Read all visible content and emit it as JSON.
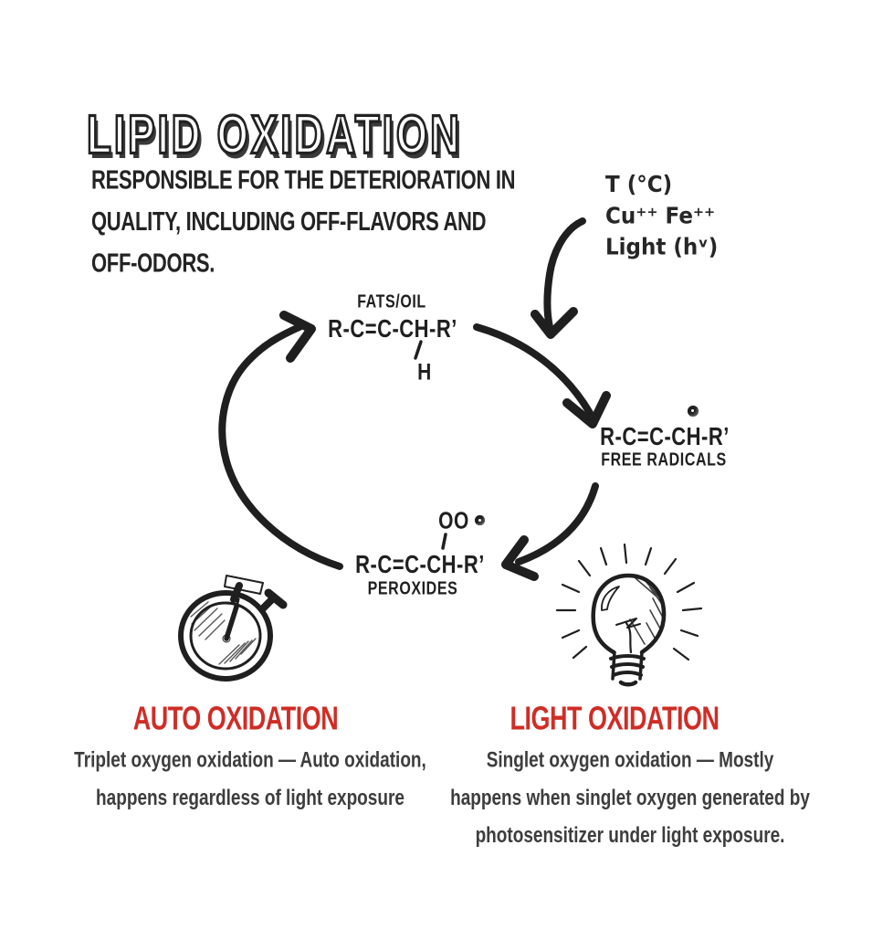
{
  "title": "LIPID OXIDATION",
  "subtitle": {
    "lines": [
      "RESPONSIBLE FOR THE DETERIORATION IN",
      "QUALITY, INCLUDING OFF-FLAVORS AND",
      "OFF-ODORS."
    ]
  },
  "catalysts": {
    "lines": [
      "T (°C)",
      "Cu⁺⁺ Fe⁺⁺",
      "Light (hᵛ)"
    ]
  },
  "cycle": {
    "substrate": {
      "label": "FATS/OIL",
      "formula": "R-C=C-CH-R’",
      "hydrogen": "H"
    },
    "free_radicals": {
      "radical_symbol": "•",
      "formula": "R-C=C-CH-R’",
      "label": "FREE RADICALS"
    },
    "peroxides": {
      "oxygen_group": "OO",
      "radical_symbol": "•",
      "formula": "R-C=C-CH-R’",
      "label": "PEROXIDES"
    }
  },
  "auto_oxidation": {
    "heading": "AUTO OXIDATION",
    "description_lines": [
      "Triplet oxygen oxidation — Auto oxidation,",
      "happens regardless of light exposure"
    ]
  },
  "light_oxidation": {
    "heading": "LIGHT OXIDATION",
    "description_lines": [
      "Singlet oxygen oxidation — Mostly",
      "happens when singlet oxygen generated by",
      "photosensitizer under light exposure."
    ]
  },
  "icons": {
    "left": "stopwatch-icon",
    "right": "lightbulb-icon"
  },
  "colors": {
    "ink": "#1f1f1f",
    "description_text": "#3d3d3d",
    "accent_red": "#cf2d26",
    "background": "#ffffff"
  }
}
